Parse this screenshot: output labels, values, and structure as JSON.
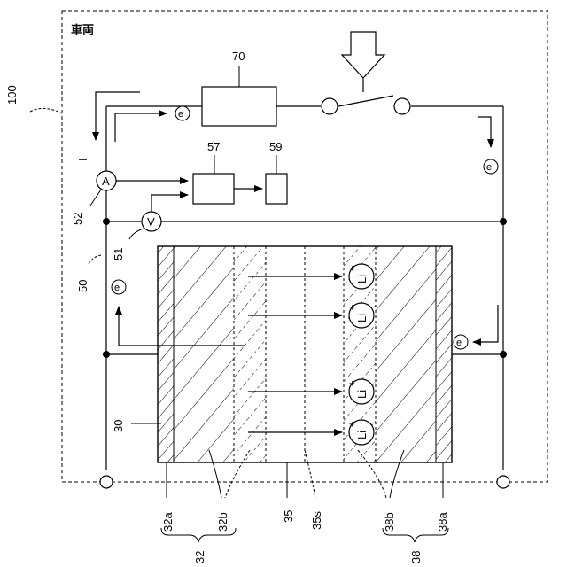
{
  "title": "車両",
  "labels": {
    "vehicle_ref": "100",
    "current": "I",
    "electron": "e",
    "ammeter": "A",
    "voltmeter": "V",
    "li_ion": "Li",
    "li_charge": "+",
    "ref_70": "70",
    "ref_57": "57",
    "ref_59": "59",
    "ref_52": "52",
    "ref_51": "51",
    "ref_50": "50",
    "ref_30": "30",
    "ref_32a": "32a",
    "ref_32b": "32b",
    "ref_35": "35",
    "ref_35s": "35s",
    "ref_38b": "38b",
    "ref_38a": "38a",
    "ref_32": "32",
    "ref_38": "38"
  },
  "icons": [
    "arrow-down-icon",
    "switch-icon",
    "ammeter-icon",
    "voltmeter-icon",
    "electron-icon",
    "lithium-ion-icon"
  ],
  "colors": {
    "line": "#000000",
    "background": "#ffffff"
  }
}
